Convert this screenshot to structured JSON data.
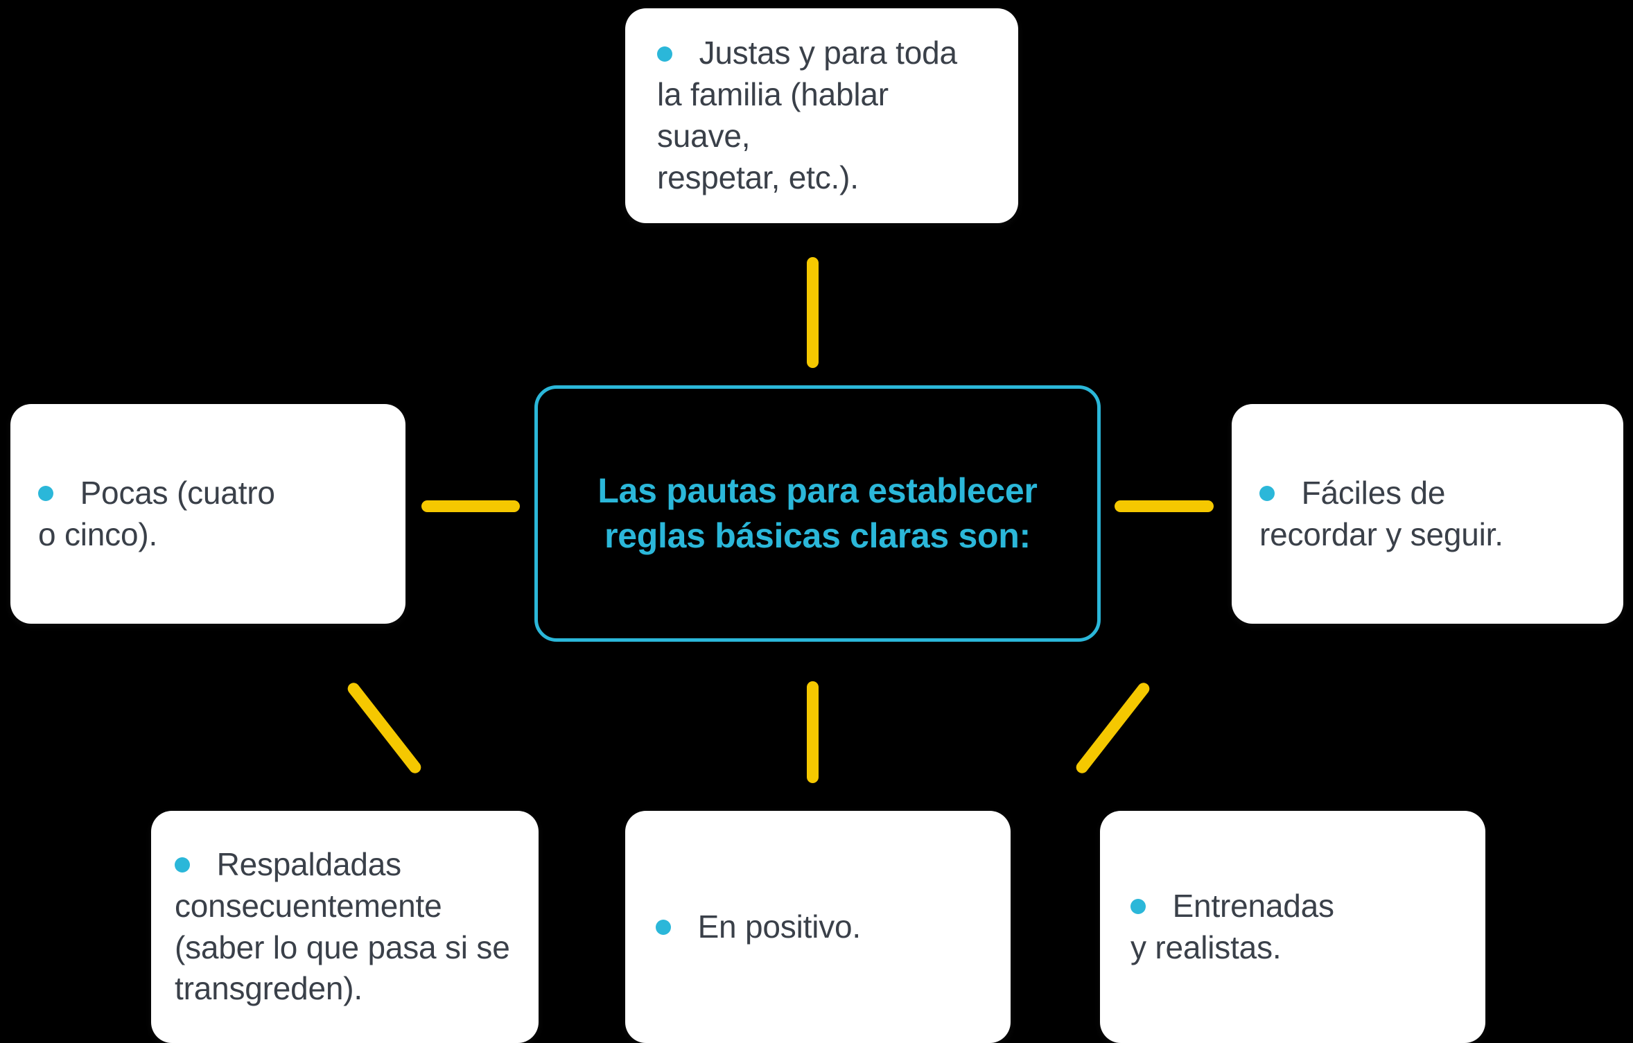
{
  "diagram": {
    "title": "Las pautas para establecer reglas basicas claras son:",
    "type": "mind-map",
    "background_color": "#000000",
    "accent_cyan": "#2BB7D9",
    "accent_yellow": "#F5C800",
    "card_background": "#FFFFFF",
    "card_text_color": "#3A4049"
  },
  "center": {
    "text": "Las pautas para establecer\nreglas básicas claras son:",
    "line1": "Las pautas para establecer",
    "line2": "reglas básicas claras son:",
    "border_color": "#2BB7D9",
    "text_color": "#2BB7D9"
  },
  "branches": [
    {
      "id": "justas",
      "position": "top",
      "bullet": "bullet-dot",
      "text": "  Justas y para toda\nla familia (hablar suave,\nrespetar, etc.).",
      "lines": [
        "Justas y para toda",
        "la familia (hablar suave,",
        "respetar, etc.)."
      ]
    },
    {
      "id": "pocas",
      "position": "left",
      "bullet": "bullet-dot",
      "text": " Pocas (cuatro\no cinco).",
      "lines": [
        "Pocas (cuatro",
        "o cinco)."
      ]
    },
    {
      "id": "faciles",
      "position": "right",
      "bullet": "bullet-dot",
      "text": " Fáciles de\nrecordar y seguir.",
      "lines": [
        "Fáciles de",
        "recordar y seguir."
      ]
    },
    {
      "id": "respaldadas",
      "position": "bottom-left",
      "bullet": "bullet-dot",
      "text": "  Respaldadas\nconsecuentemente\n(saber lo que pasa si se\ntransgreden).",
      "lines": [
        "Respaldadas",
        "consecuentemente",
        "(saber lo que pasa si se",
        "transgreden)."
      ]
    },
    {
      "id": "positivo",
      "position": "bottom-center",
      "bullet": "bullet-dot",
      "text": " En positivo.",
      "lines": [
        "En positivo."
      ]
    },
    {
      "id": "entrenadas",
      "position": "bottom-right",
      "bullet": "bullet-dot",
      "text": " Entrenadas\ny realistas.",
      "lines": [
        "Entrenadas",
        "y realistas."
      ]
    }
  ],
  "connectors": [
    {
      "id": "center-to-top",
      "orientation": "vertical",
      "color": "#F5C800"
    },
    {
      "id": "center-to-left",
      "orientation": "horizontal",
      "color": "#F5C800"
    },
    {
      "id": "center-to-right",
      "orientation": "horizontal",
      "color": "#F5C800"
    },
    {
      "id": "center-to-bottom-left",
      "orientation": "diagonal",
      "color": "#F5C800"
    },
    {
      "id": "center-to-bottom-center",
      "orientation": "vertical",
      "color": "#F5C800"
    },
    {
      "id": "center-to-bottom-right",
      "orientation": "diagonal",
      "color": "#F5C800"
    }
  ]
}
